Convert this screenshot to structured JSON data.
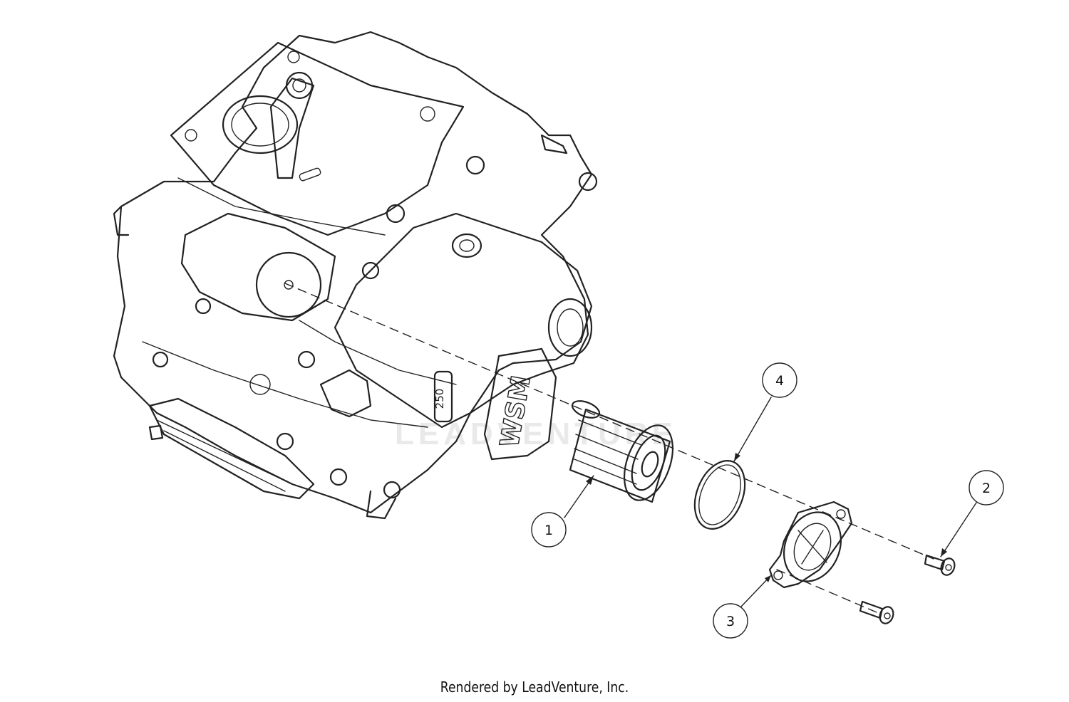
{
  "diagram": {
    "watermark": "LEADVENTURE",
    "engine_label": "250",
    "brand_mark": "WSM",
    "callouts": [
      {
        "number": "1"
      },
      {
        "number": "2"
      },
      {
        "number": "3"
      },
      {
        "number": "4"
      }
    ],
    "credit": "Rendered by LeadVenture, Inc."
  },
  "colors": {
    "line": "#222222",
    "background": "#ffffff",
    "watermark": "#e9e9e9"
  }
}
